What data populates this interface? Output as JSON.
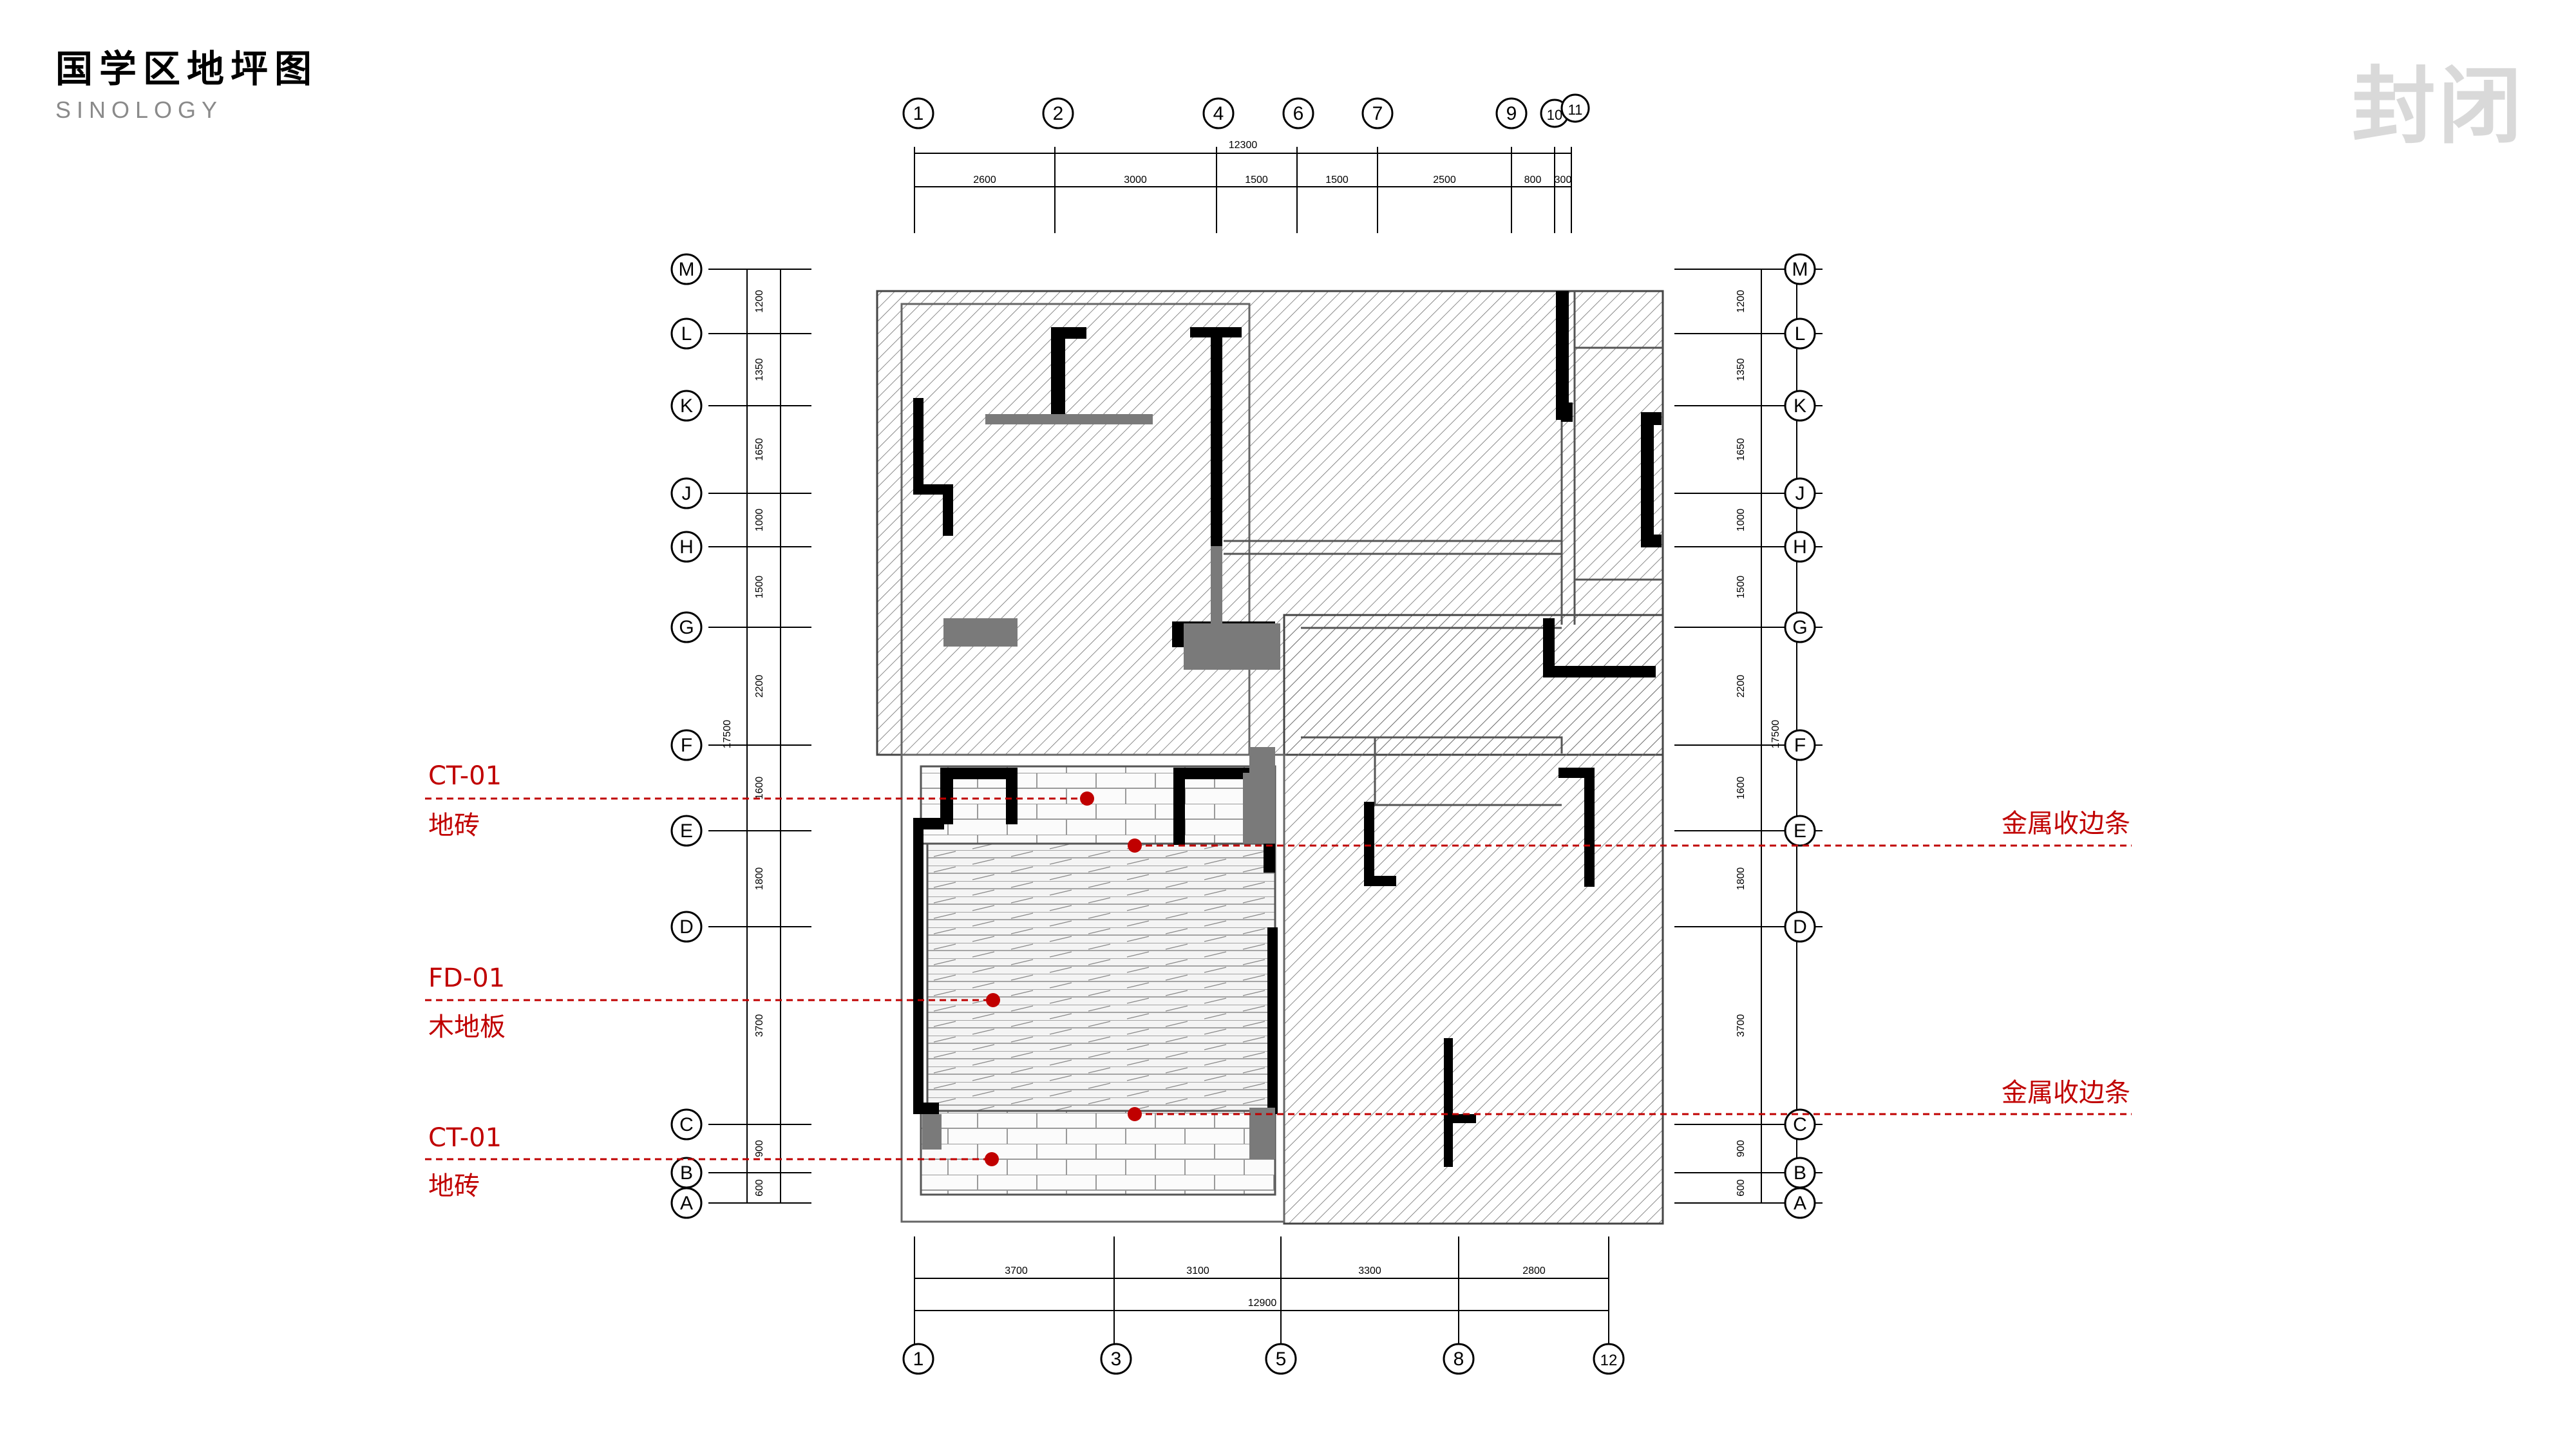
{
  "header": {
    "title": "国学区地坪图",
    "subtitle": "SINOLOGY",
    "badge": "封闭"
  },
  "grid": {
    "top_axes": [
      "1",
      "2",
      "4",
      "6",
      "7",
      "9",
      "10",
      "11"
    ],
    "top_total": "12300",
    "top_dims": [
      "2600",
      "3000",
      "1500",
      "1500",
      "2500",
      "800",
      "300"
    ],
    "bottom_axes": [
      "1",
      "3",
      "5",
      "8",
      "12"
    ],
    "bottom_total": "12900",
    "bottom_dims": [
      "3700",
      "3100",
      "3300",
      "2800"
    ],
    "side_axes": [
      "M",
      "L",
      "K",
      "J",
      "H",
      "G",
      "F",
      "E",
      "D",
      "C",
      "B",
      "A"
    ],
    "side_total": "17500",
    "side_dims": [
      "1200",
      "1350",
      "1650",
      "1000",
      "1500",
      "2200",
      "1600",
      "1800",
      "3700",
      "900",
      "600"
    ]
  },
  "callouts": {
    "ct01_top_code": "CT-01",
    "ct01_top_name": "地砖",
    "fd01_code": "FD-01",
    "fd01_name": "木地板",
    "ct01_bottom_code": "CT-01",
    "ct01_bottom_name": "地砖",
    "metal_strip_1": "金属收边条",
    "metal_strip_2": "金属收边条"
  },
  "colors": {
    "callout": "#c00000",
    "wall": "#000000",
    "badge": "#d9d9d9"
  }
}
